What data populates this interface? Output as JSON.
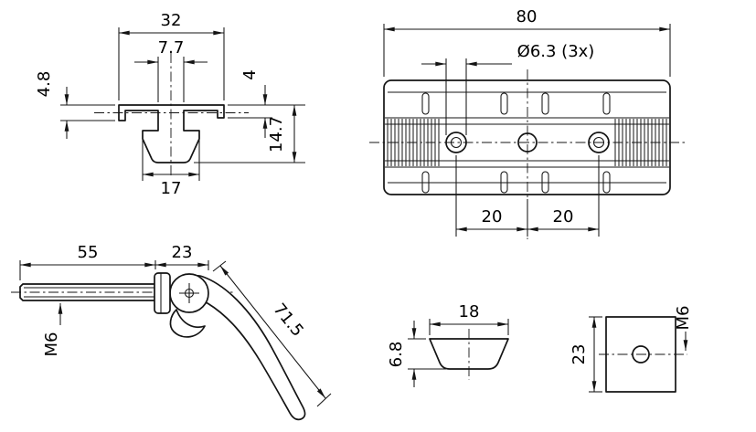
{
  "views": {
    "profile": {
      "dim_width": "32",
      "dim_slot": "7.7",
      "dim_lip": "4.8",
      "dim_flange": "4",
      "dim_height": "14.7",
      "dim_foot": "17"
    },
    "plate": {
      "dim_length": "80",
      "dim_holes": "Ø6.3 (3x)",
      "dim_pitch_left": "20",
      "dim_pitch_right": "20"
    },
    "lever": {
      "dim_shaft": "55",
      "dim_head": "23",
      "dim_handle": "71.5",
      "thread": "M6"
    },
    "stone": {
      "dim_height": "6.8",
      "dim_width": "18"
    },
    "block": {
      "dim_height": "23",
      "thread": "M6"
    }
  }
}
